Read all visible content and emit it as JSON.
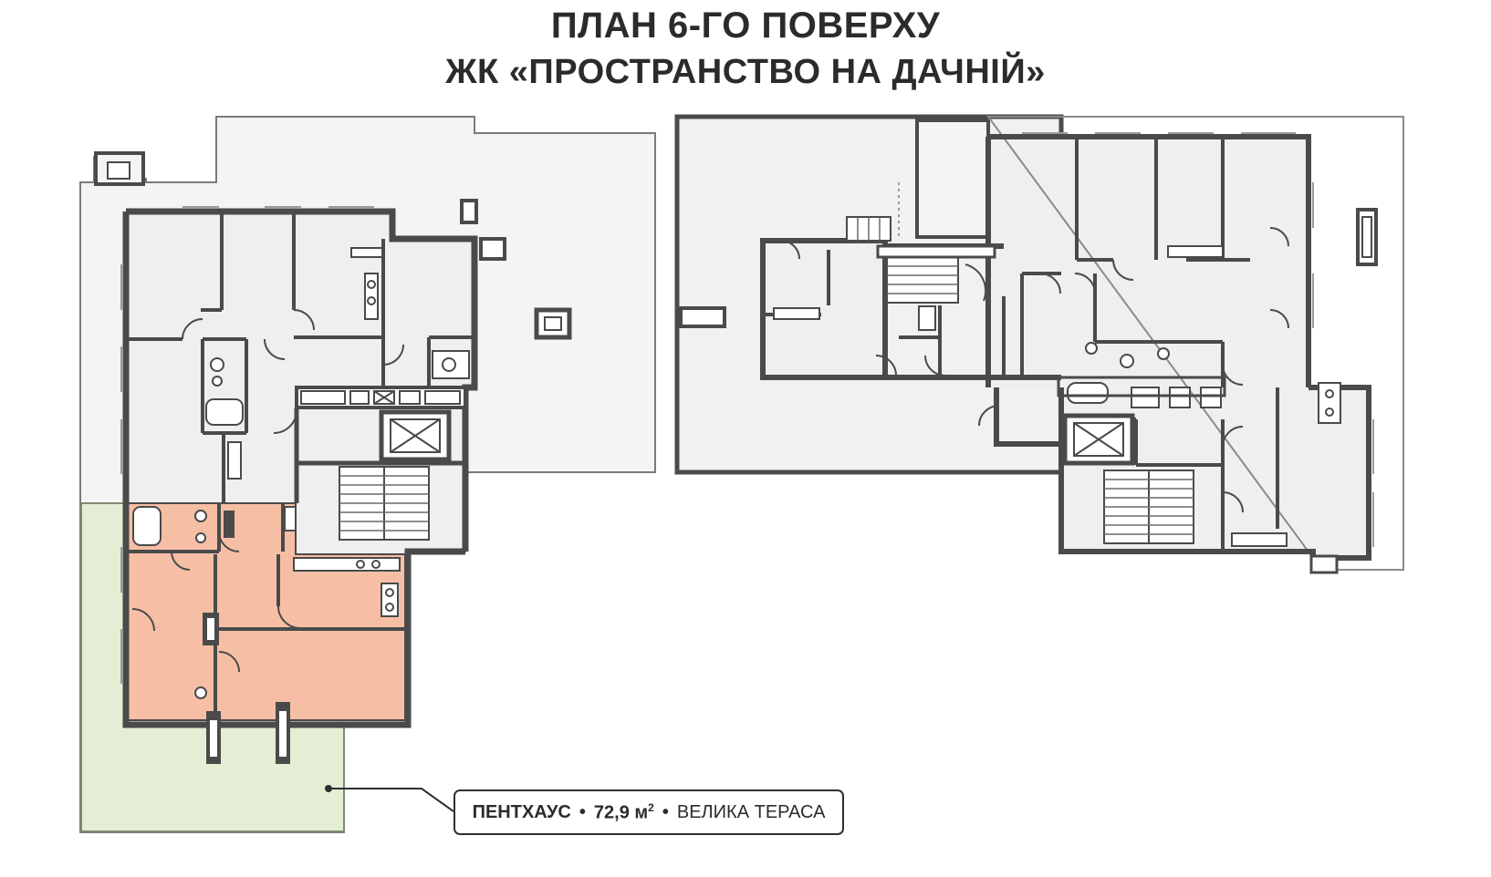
{
  "header": {
    "title": "ПЛАН 6-ГО ПОВЕРХУ",
    "subtitle": "ЖК «ПРОСТРАНСТВО НА ДАЧНІЙ»"
  },
  "callout": {
    "unit_type": "ПЕНТХАУС",
    "separator": "•",
    "area": "72,9 м",
    "area_sup": "2",
    "feature": "ВЕЛИКА ТЕРАСА"
  },
  "colors": {
    "wall": "#4a4a4a",
    "floor": "#f0f0f0",
    "terrace": "#e3eed5",
    "penthouse": "#f6bfa5",
    "outline": "#6b6b6b"
  }
}
